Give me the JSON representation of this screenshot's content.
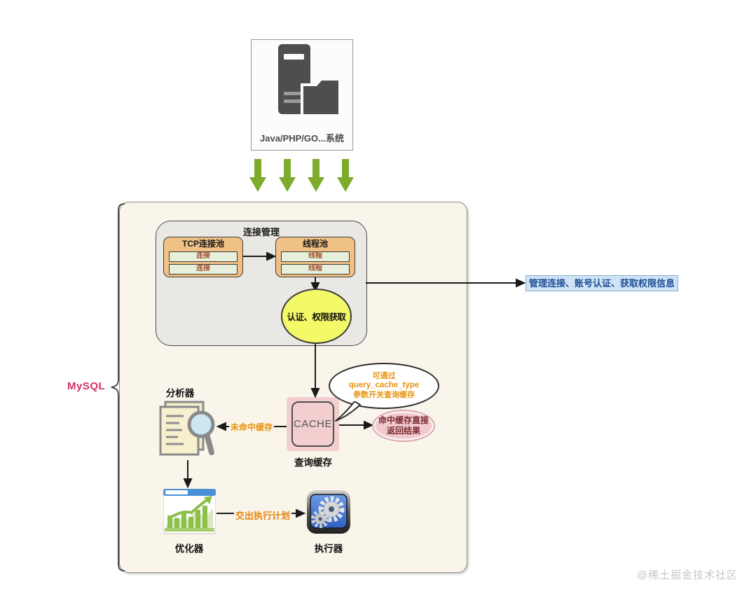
{
  "top_system": {
    "label": "Java/PHP/GO...系统"
  },
  "mysql": {
    "label": "MySQL"
  },
  "connection_mgmt": {
    "title": "连接管理",
    "tcp_pool": {
      "title": "TCP连接池",
      "rows": [
        "连接",
        "连接"
      ]
    },
    "thread_pool": {
      "title": "线程池",
      "rows": [
        "线程",
        "线程"
      ]
    },
    "auth_ellipse": "认证、权限获取"
  },
  "side_note": {
    "text": "管理连接、账号认证、获取权限信息"
  },
  "query_cache": {
    "box_label": "CACHE",
    "caption": "查询缓存"
  },
  "bubble": {
    "line1": "可通过",
    "line2": "query_cache_type",
    "line3": "参数开关查询缓存"
  },
  "hit_result": {
    "line1": "命中缓存直接",
    "line2": "返回结果"
  },
  "flow": {
    "miss_label": "未命中缓存",
    "plan_label": "交出执行计划"
  },
  "analyzer": {
    "label": "分析器"
  },
  "optimizer": {
    "label": "优化器"
  },
  "executor": {
    "label": "执行器"
  },
  "watermark": {
    "text": "@稀土掘金技术社区"
  },
  "colors": {
    "green_arrow": "#7cab2e",
    "mysql_box_bg": "#f9f5ea",
    "conn_box_bg": "#e9e8e5",
    "pool_bg": "#f0c185",
    "pool_row_bg": "#e7f0dd",
    "auth_ellipse_bg": "#f4f967",
    "note_bg": "#cfe3f4",
    "note_text": "#1d4e96",
    "cache_bg": "#f2cfce",
    "hit_ellipse_bg": "#f1cad0",
    "orange_text": "#e8930e",
    "mysql_label": "#d23069"
  }
}
